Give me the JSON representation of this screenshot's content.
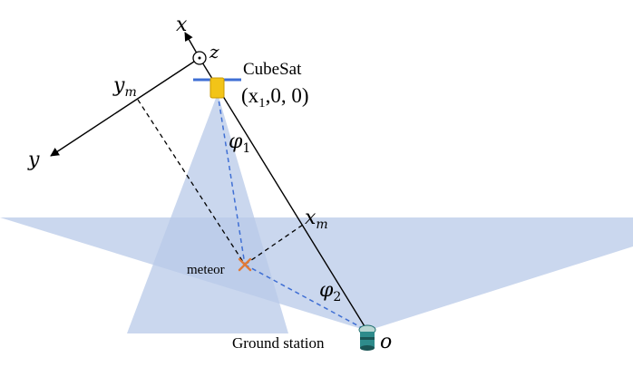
{
  "labels": {
    "x_axis": "x",
    "z_axis": "z",
    "y_axis": "y",
    "y_m": "y",
    "y_m_sub": "m",
    "cubesat": "CubeSat",
    "cubesat_coord_open": "(x",
    "cubesat_coord_sub": "1",
    "cubesat_coord_rest": ",0, 0)",
    "phi1": "φ",
    "phi1_sub": "1",
    "x_m": "x",
    "x_m_sub": "m",
    "meteor": "meteor",
    "phi2": "φ",
    "phi2_sub": "2",
    "ground_station": "Ground station",
    "origin": "o"
  },
  "colors": {
    "fov_fill": "#b8c9e8",
    "dashed_blue": "#3f6fd4",
    "meteor_marker": "#e07b39",
    "satellite_body": "#f2c418",
    "satellite_panel": "#3f6fd4",
    "station_body": "#2e8b8b",
    "line": "#000000"
  },
  "icons": {
    "satellite": "cubesat-icon",
    "ground_station": "ground-station-icon",
    "meteor": "meteor-marker-icon",
    "z_axis_symbol": "out-of-plane-dot-icon"
  }
}
